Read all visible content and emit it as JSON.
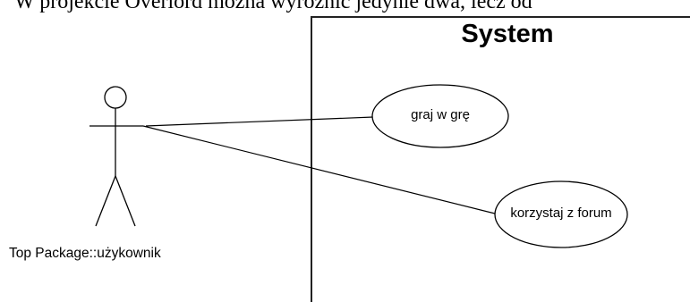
{
  "header_text": "W projekcie Overlord można wyróżnić jedynie dwa, lecz od",
  "system": {
    "title": "System"
  },
  "actor": {
    "name": "Top Package::użykownik"
  },
  "use_cases": [
    {
      "label": "graj w grę"
    },
    {
      "label": "korzystaj z forum"
    }
  ]
}
